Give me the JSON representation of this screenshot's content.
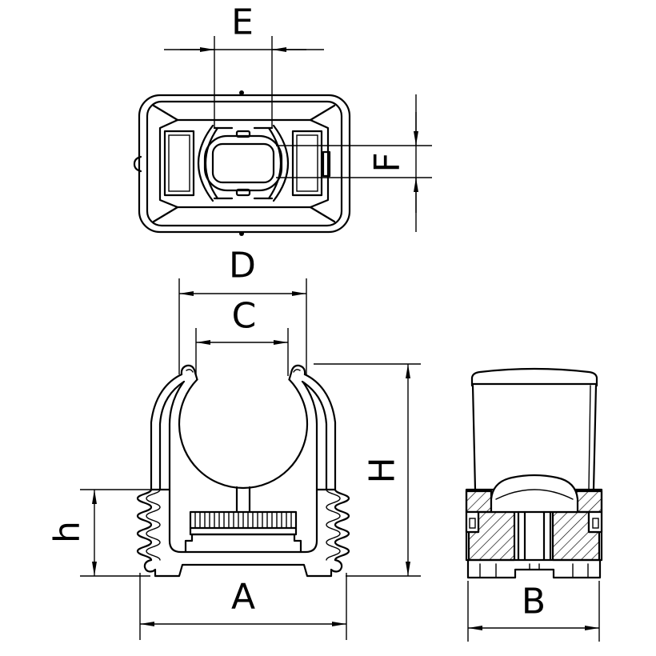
{
  "colors": {
    "line": "#000000",
    "background": "#ffffff"
  },
  "top_view": {
    "dim_e": "E",
    "dim_f": "F"
  },
  "front_view": {
    "dim_d": "D",
    "dim_c": "C",
    "dim_h_total": "H",
    "dim_h_base": "h",
    "dim_a": "A"
  },
  "side_view": {
    "dim_b": "B"
  }
}
